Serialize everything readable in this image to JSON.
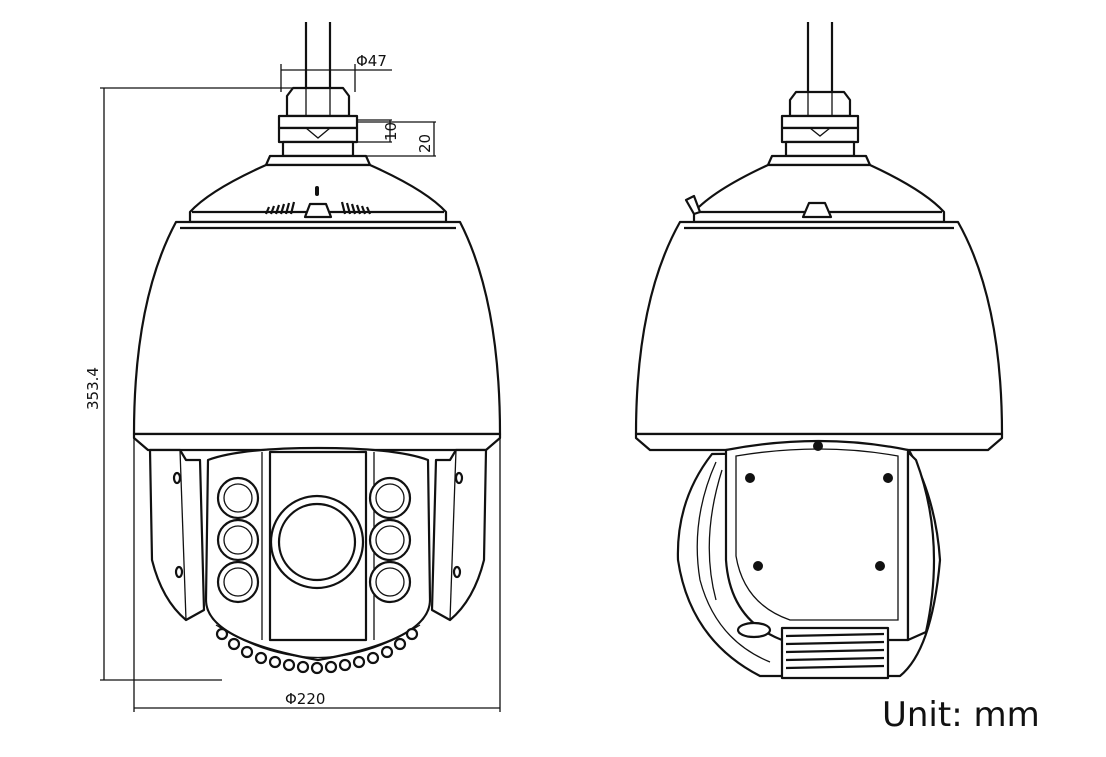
{
  "dimensions": {
    "cable_gland_diameter": "Φ47",
    "gland_height_small": "10",
    "gland_height_large": "20",
    "total_height": "353.4",
    "dome_diameter": "Φ220"
  },
  "unit_label": "Unit: mm"
}
